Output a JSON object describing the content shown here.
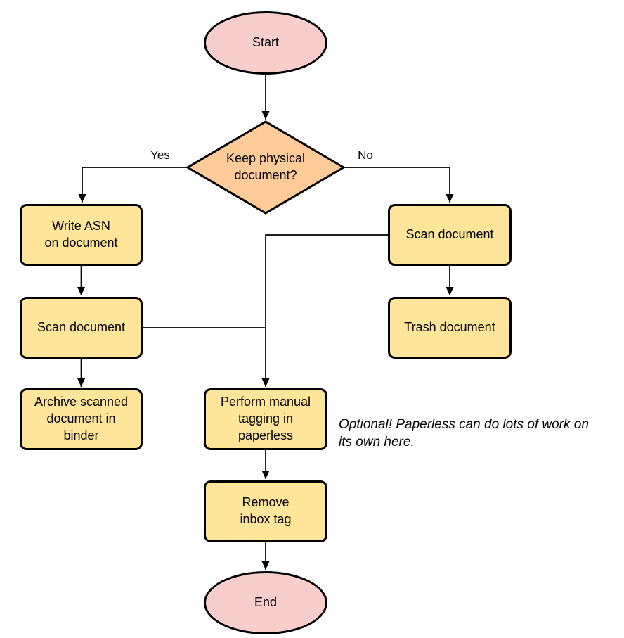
{
  "diagram": {
    "type": "flowchart",
    "colors": {
      "terminator_fill": "#f8cecc",
      "decision_fill": "#ffcc99",
      "process_fill": "#ffe599",
      "stroke": "#000000",
      "connector": "#000000"
    },
    "nodes": {
      "start": {
        "label": "Start",
        "shape": "terminator"
      },
      "decision": {
        "label": "Keep physical\ndocument?",
        "shape": "decision"
      },
      "write_asn": {
        "label": "Write ASN\non document",
        "shape": "process"
      },
      "scan_left": {
        "label": "Scan document",
        "shape": "process"
      },
      "archive": {
        "label": "Archive scanned\ndocument in\nbinder",
        "shape": "process"
      },
      "scan_right": {
        "label": "Scan document",
        "shape": "process"
      },
      "trash": {
        "label": "Trash document",
        "shape": "process"
      },
      "tagging": {
        "label": "Perform manual\ntagging in\npaperless",
        "shape": "process"
      },
      "remove_inbox": {
        "label": "Remove\ninbox tag",
        "shape": "process"
      },
      "end": {
        "label": "End",
        "shape": "terminator"
      }
    },
    "edge_labels": {
      "yes": "Yes",
      "no": "No"
    },
    "edges": [
      {
        "from": "start",
        "to": "decision",
        "label": ""
      },
      {
        "from": "decision",
        "to": "write_asn",
        "label": "Yes"
      },
      {
        "from": "decision",
        "to": "scan_right",
        "label": "No"
      },
      {
        "from": "write_asn",
        "to": "scan_left",
        "label": ""
      },
      {
        "from": "scan_left",
        "to": "archive",
        "label": ""
      },
      {
        "from": "scan_right",
        "to": "trash",
        "label": ""
      },
      {
        "from": "scan_right",
        "to": "tagging",
        "label": ""
      },
      {
        "from": "scan_left",
        "to": "tagging",
        "label": ""
      },
      {
        "from": "tagging",
        "to": "remove_inbox",
        "label": ""
      },
      {
        "from": "remove_inbox",
        "to": "end",
        "label": ""
      }
    ],
    "annotation": "Optional! Paperless can do lots of work on\nits own here."
  }
}
